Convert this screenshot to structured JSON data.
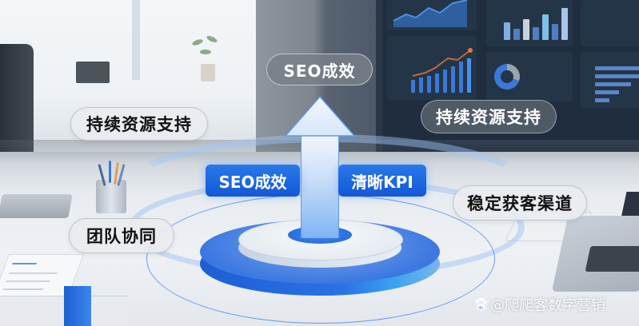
{
  "center": {
    "top_label": "SEO成效",
    "left_tag": "SEO成效",
    "right_tag": "清晰KPI"
  },
  "labels": {
    "top_left": "持续资源支持",
    "top_right": "持续资源支持",
    "bottom_left": "团队协同",
    "bottom_right": "稳定获客渠道"
  },
  "watermark": {
    "icon": "baidu-paw-icon",
    "text": "@爬爬客数字营销"
  },
  "colors": {
    "accent_blue": "#1f66de",
    "arrow_light": "#cfe0f8",
    "pill_dark": "#78808a",
    "pill_light": "#e9ecf0"
  }
}
